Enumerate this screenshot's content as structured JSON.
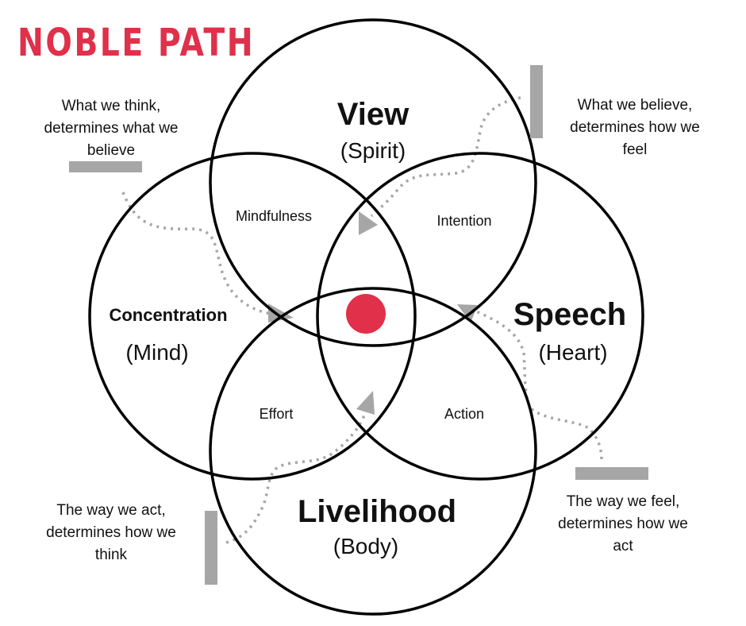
{
  "title": "NOBLE PATH",
  "colors": {
    "accent": "#e0304a",
    "outline": "#000000",
    "connector": "#a6a6a6",
    "text": "#111111"
  },
  "circles": [
    {
      "id": "view",
      "label": "View",
      "sublabel": "(Spirit)"
    },
    {
      "id": "concentration",
      "label": "Concentration",
      "sublabel": "(Mind)"
    },
    {
      "id": "speech",
      "label": "Speech",
      "sublabel": "(Heart)"
    },
    {
      "id": "livelihood",
      "label": "Livelihood",
      "sublabel": "(Body)"
    }
  ],
  "overlaps": {
    "mindfulness": "Mindfulness",
    "intention": "Intention",
    "effort": "Effort",
    "action": "Action"
  },
  "center_dot": "center-dot",
  "notes": {
    "top_left": [
      "What we think,",
      "determines what we",
      "believe"
    ],
    "top_right": [
      "What we believe,",
      "determines how we",
      "feel"
    ],
    "bottom_left": [
      "The way we act,",
      "determines how we",
      "think"
    ],
    "bottom_right": [
      "The way we feel,",
      "determines how we",
      "act"
    ]
  }
}
